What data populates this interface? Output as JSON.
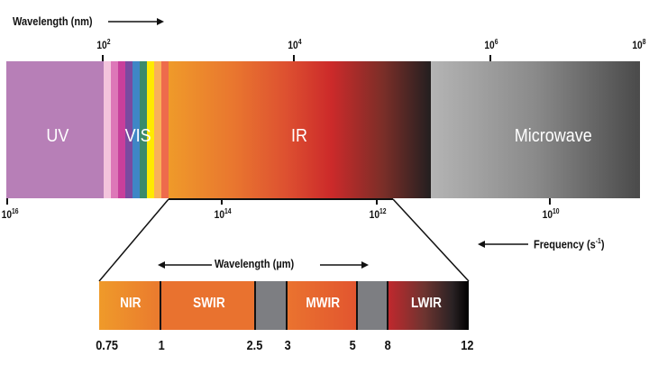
{
  "top_axis": {
    "label": "Wavelength (nm)",
    "ticks": [
      {
        "base": "10",
        "exp": "2"
      },
      {
        "base": "10",
        "exp": "4"
      },
      {
        "base": "10",
        "exp": "6"
      },
      {
        "base": "10",
        "exp": "8"
      }
    ]
  },
  "bottom_axis": {
    "label": "Frequency (s",
    "label_exp": "-1",
    "label_end": ")",
    "ticks": [
      {
        "base": "10",
        "exp": "16"
      },
      {
        "base": "10",
        "exp": "14"
      },
      {
        "base": "10",
        "exp": "12"
      },
      {
        "base": "10",
        "exp": "10"
      }
    ]
  },
  "bands": {
    "uv": "UV",
    "vis": "VIS",
    "ir": "IR",
    "microwave": "Microwave"
  },
  "colors": {
    "uv": "#b77fb7",
    "vis_stripes": [
      "#f3c4dc",
      "#dd77b8",
      "#c83f9b",
      "#7a4aa0",
      "#3f86c6",
      "#3c8a6a",
      "#ffea00",
      "#f9b15a",
      "#ee6b4c"
    ],
    "microwave_start": "#b4b4b4",
    "microwave_end": "#4a4a4a"
  },
  "ir_detail": {
    "label": "Wavelength (µm)",
    "regions": [
      "NIR",
      "SWIR",
      "MWIR",
      "LWIR"
    ],
    "boundaries": [
      "0.75",
      "1",
      "2.5",
      "3",
      "5",
      "8",
      "12"
    ]
  }
}
